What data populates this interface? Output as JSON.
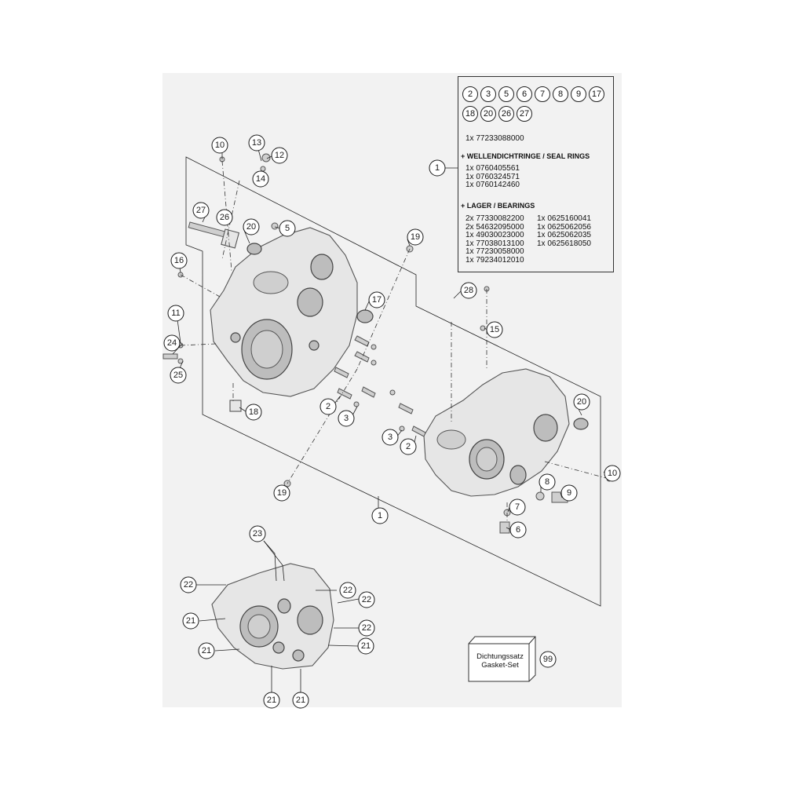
{
  "legend": {
    "chips_row1": [
      "2",
      "3",
      "5",
      "6",
      "7",
      "8",
      "9",
      "17"
    ],
    "chips_row2": [
      "18",
      "20",
      "26",
      "27"
    ],
    "kit_line": "1x 77233088000",
    "seal_header": "+ WELLENDICHTRINGE / SEAL RINGS",
    "seal_items": [
      "1x 0760405561",
      "1x 0760324571",
      "1x 0760142460"
    ],
    "bearing_header": "+ LAGER / BEARINGS",
    "bearing_col1": [
      "2x 77330082200",
      "2x 54632095000",
      "1x 49030023000",
      "1x 77038013100",
      "1x 77230058000",
      "1x 79234012010"
    ],
    "bearing_col2": [
      "1x 0625160041",
      "1x 0625062056",
      "1x 0625062035",
      "1x 0625618050"
    ],
    "ref_bubble": "1"
  },
  "gasket_box": {
    "line1": "Dichtungssatz",
    "line2": "Gasket-Set",
    "ref": "99"
  },
  "callouts": [
    {
      "label": "10"
    },
    {
      "label": "13"
    },
    {
      "label": "12"
    },
    {
      "label": "14"
    },
    {
      "label": "27"
    },
    {
      "label": "26"
    },
    {
      "label": "20"
    },
    {
      "label": "5"
    },
    {
      "label": "19"
    },
    {
      "label": "16"
    },
    {
      "label": "17"
    },
    {
      "label": "28"
    },
    {
      "label": "15"
    },
    {
      "label": "11"
    },
    {
      "label": "24"
    },
    {
      "label": "25"
    },
    {
      "label": "18"
    },
    {
      "label": "2"
    },
    {
      "label": "3"
    },
    {
      "label": "20"
    },
    {
      "label": "3"
    },
    {
      "label": "2"
    },
    {
      "label": "10"
    },
    {
      "label": "19"
    },
    {
      "label": "8"
    },
    {
      "label": "9"
    },
    {
      "label": "7"
    },
    {
      "label": "1"
    },
    {
      "label": "6"
    },
    {
      "label": "23"
    },
    {
      "label": "22"
    },
    {
      "label": "22"
    },
    {
      "label": "22"
    },
    {
      "label": "21"
    },
    {
      "label": "22"
    },
    {
      "label": "21"
    },
    {
      "label": "21"
    },
    {
      "label": "21"
    },
    {
      "label": "21"
    }
  ]
}
